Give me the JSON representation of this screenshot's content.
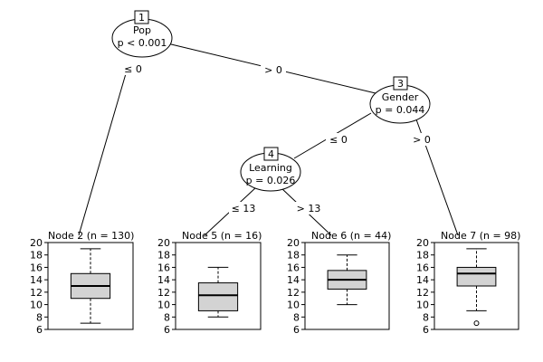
{
  "tree": {
    "nodes": [
      {
        "id": "1",
        "var": "Pop",
        "p": "p < 0.001"
      },
      {
        "id": "3",
        "var": "Gender",
        "p": "p = 0.044"
      },
      {
        "id": "4",
        "var": "Learning",
        "p": "p = 0.026"
      }
    ],
    "edges": [
      {
        "label": "≤ 0"
      },
      {
        "label": "> 0"
      },
      {
        "label": "≤ 0"
      },
      {
        "label": "> 0"
      },
      {
        "label": "≤ 13"
      },
      {
        "label": "> 13"
      }
    ],
    "terminals": [
      {
        "title": "Node 2 (n = 130)"
      },
      {
        "title": "Node 5 (n = 16)"
      },
      {
        "title": "Node 6 (n = 44)"
      },
      {
        "title": "Node 7 (n = 98)"
      }
    ],
    "y_ticks": [
      "6",
      "8",
      "10",
      "12",
      "14",
      "16",
      "18",
      "20"
    ]
  },
  "chart_data": {
    "type": "boxplot",
    "ylim": [
      6,
      20
    ],
    "boxes": [
      {
        "node": "2",
        "min": 7,
        "q1": 11,
        "median": 13,
        "q3": 15,
        "max": 19,
        "outliers": []
      },
      {
        "node": "5",
        "min": 8,
        "q1": 9,
        "median": 11.5,
        "q3": 13.5,
        "max": 16,
        "outliers": []
      },
      {
        "node": "6",
        "min": 10,
        "q1": 12.5,
        "median": 14,
        "q3": 15.5,
        "max": 18,
        "outliers": []
      },
      {
        "node": "7",
        "min": 9,
        "q1": 13,
        "median": 15,
        "q3": 16,
        "max": 19,
        "outliers": [
          7
        ]
      }
    ]
  },
  "colors": {
    "box_fill": "#d3d3d3",
    "line": "#000000",
    "background": "#ffffff"
  }
}
